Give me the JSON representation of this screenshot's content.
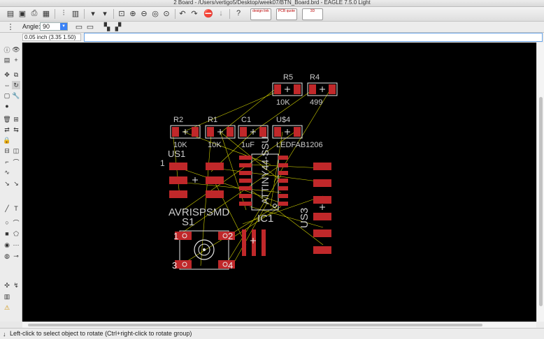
{
  "window": {
    "title": "2 Board - /Users/vertigo5/Desktop/week07/BTN_Board.brd - EAGLE 7.5.0 Light"
  },
  "toolbar": {
    "icons": [
      "open-icon",
      "save-icon",
      "print-icon",
      "cam-icon",
      "script-icon",
      "drc-icon",
      "layer-icon",
      "zoom-fit-icon",
      "zoom-in-icon",
      "zoom-out-icon",
      "zoom-redraw-icon",
      "zoom-select-icon",
      "undo-icon",
      "redo-icon",
      "stop-icon",
      "go-icon",
      "help-icon"
    ],
    "badges": [
      "design link",
      "PCB quote",
      "3D"
    ],
    "colors": {
      "stop": "#e02020",
      "badge_text": "#b00000"
    }
  },
  "params": {
    "angle_label": "Angle:",
    "angle_value": "90"
  },
  "commandbar": {
    "coordinates": "0.05 inch (3.35 1.50)",
    "command_placeholder": ""
  },
  "status": {
    "text": "Left-click to select object to rotate (Ctrl+right-click to rotate group)"
  },
  "board": {
    "colors": {
      "background": "#000000",
      "pad": "#c0282a",
      "silk": "#cccccc",
      "airwire": "#d0d000",
      "outline": "#e8e8e8"
    },
    "labels": {
      "r5": "R5",
      "r5_val": "10K",
      "r4": "R4",
      "r4_val": "499",
      "r2": "R2",
      "r2_val": "10K",
      "r1": "R1",
      "r1_val": "10K",
      "c1": "C1",
      "c1_val": "1uF",
      "u4": "U$4",
      "u4_val": "LEDFAB1206",
      "us1": "US1",
      "us1_pin1": "1",
      "us3": "US3",
      "ic1": "IC1",
      "ic1_val": "ATTINY44-SSU",
      "avrisp": "AVRISPSMD",
      "s1": "S1",
      "s1_p1": "1",
      "s1_p2": "2",
      "s1_p3": "3",
      "s1_p4": "4"
    }
  }
}
